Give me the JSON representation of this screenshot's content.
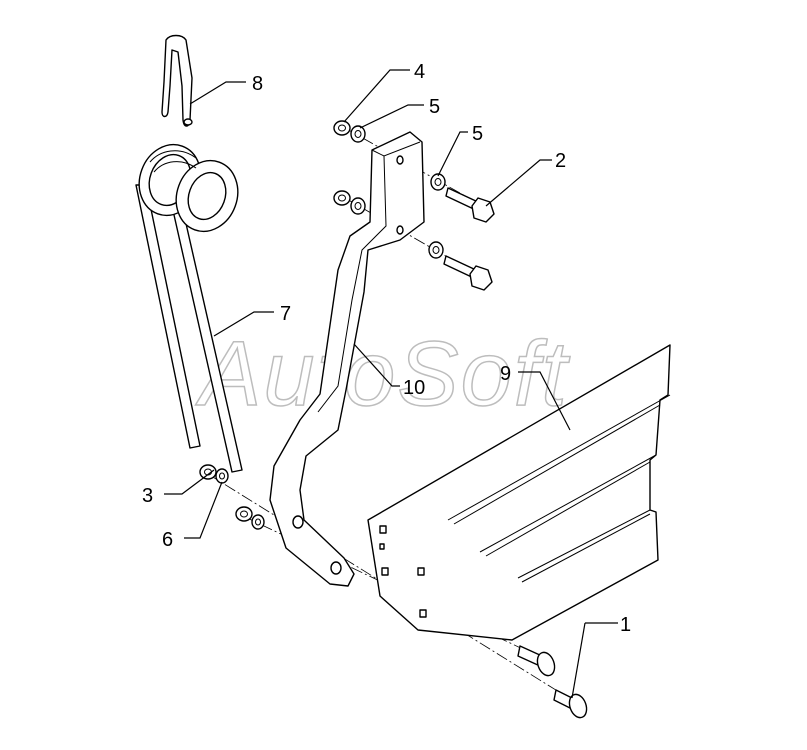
{
  "watermark": {
    "text": "AutoSoft"
  },
  "callouts": {
    "c1": "1",
    "c2": "2",
    "c3": "3",
    "c4": "4",
    "c5a": "5",
    "c5b": "5",
    "c6": "6",
    "c7": "7",
    "c8": "8",
    "c9": "9",
    "c10": "10"
  }
}
